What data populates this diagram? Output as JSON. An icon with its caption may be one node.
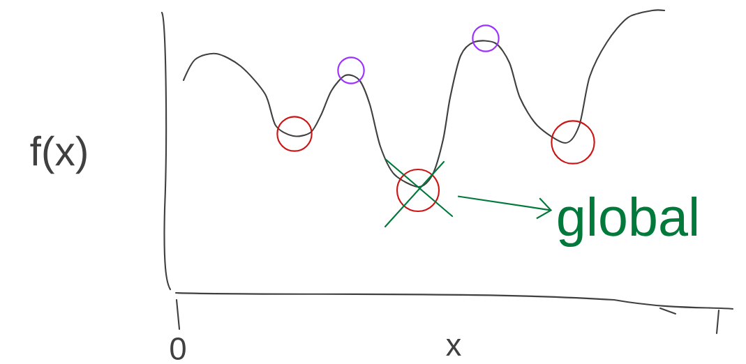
{
  "diagram": {
    "nodes": [
      {
        "text": [],
        "shape": "circle"
      },
      {
        "text": [],
        "shape": "circle"
      },
      {
        "text": [],
        "shape": "circle"
      },
      {
        "text": [],
        "shape": "circle"
      },
      {
        "text": [],
        "shape": "circle"
      },
      {
        "text": [
          "global"
        ]
      }
    ],
    "edges": [
      {
        "from": 2,
        "to": 5,
        "arrow": "to",
        "color": "#00793a"
      }
    ],
    "labels": [
      "f(x)",
      "0",
      "x"
    ]
  }
}
